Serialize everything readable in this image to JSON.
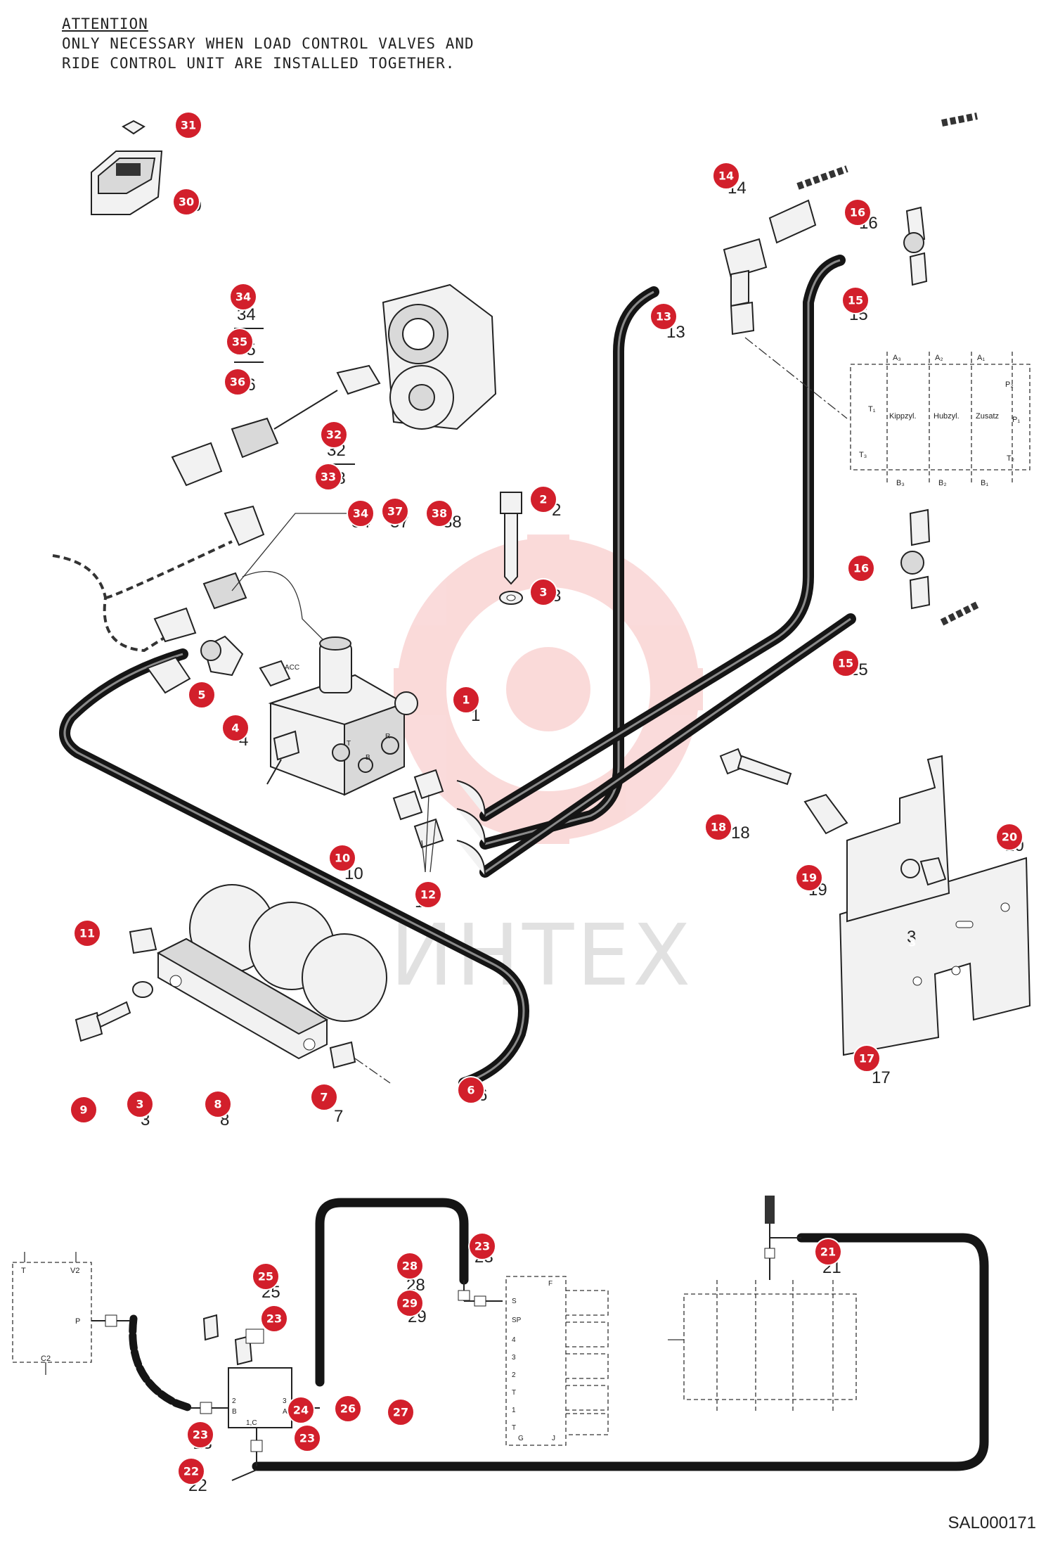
{
  "note": {
    "title": "ATTENTION",
    "line1": "ONLY NECESSARY WHEN LOAD CONTROL VALVES AND",
    "line2": "RIDE CONTROL UNIT ARE INSTALLED TOGETHER."
  },
  "watermark": "ИНТЕХ",
  "drawing_code": "SAL000171",
  "callouts": [
    "1",
    "2",
    "3",
    "3",
    "3",
    "4",
    "5",
    "6",
    "7",
    "8",
    "9",
    "10",
    "11",
    "12",
    "13",
    "14",
    "15",
    "15",
    "16",
    "16",
    "17",
    "18",
    "19",
    "20",
    "21",
    "22",
    "23",
    "23",
    "23",
    "23",
    "24",
    "25",
    "26",
    "27",
    "28",
    "29",
    "30",
    "31",
    "32",
    "33",
    "34",
    "34",
    "35",
    "36",
    "37",
    "38"
  ],
  "labels": [
    "1",
    "2",
    "3",
    "3",
    "3",
    "4",
    "5",
    "6",
    "7",
    "8",
    "9",
    "10",
    "12",
    "13",
    "14",
    "15",
    "15",
    "16",
    "17",
    "18",
    "19",
    "20",
    "21",
    "22",
    "23",
    "23",
    "25",
    "28",
    "29",
    "30",
    "32",
    "33",
    "34",
    "34",
    "35",
    "36",
    "37",
    "38"
  ],
  "valve_ports": [
    "ACC",
    "T",
    "B",
    "R"
  ],
  "block_labels": [
    "A₃",
    "A₂",
    "A₁",
    "Kippzyl.",
    "Hubzyl.",
    "Zusatz",
    "B₃",
    "B₂",
    "B₁",
    "T₁",
    "T₃",
    "P₂",
    "P₁",
    "T₂"
  ],
  "schematic_ports": {
    "left_box": [
      "T",
      "V2",
      "P",
      "C2"
    ],
    "valve": [
      "2",
      "B",
      "3",
      "A",
      "1,C"
    ],
    "strip": [
      "S",
      "SP",
      "4",
      "3",
      "2",
      "T",
      "1",
      "T",
      "G",
      "J",
      "F"
    ]
  }
}
